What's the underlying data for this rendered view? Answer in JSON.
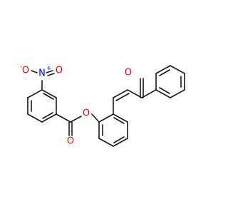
{
  "molecule": {
    "colors": {
      "bond": "#1a1a1a",
      "oxygen": "#ff0000",
      "nitrogen": "#0000ff"
    },
    "labels": {
      "nitro_n": "N",
      "nitro_n_charge": "+",
      "nitro_o_left": "O",
      "nitro_o_left_charge": "-",
      "nitro_o_right": "O",
      "ester_carbonyl_o": "O",
      "ester_o": "O",
      "ketone_o": "O"
    }
  }
}
